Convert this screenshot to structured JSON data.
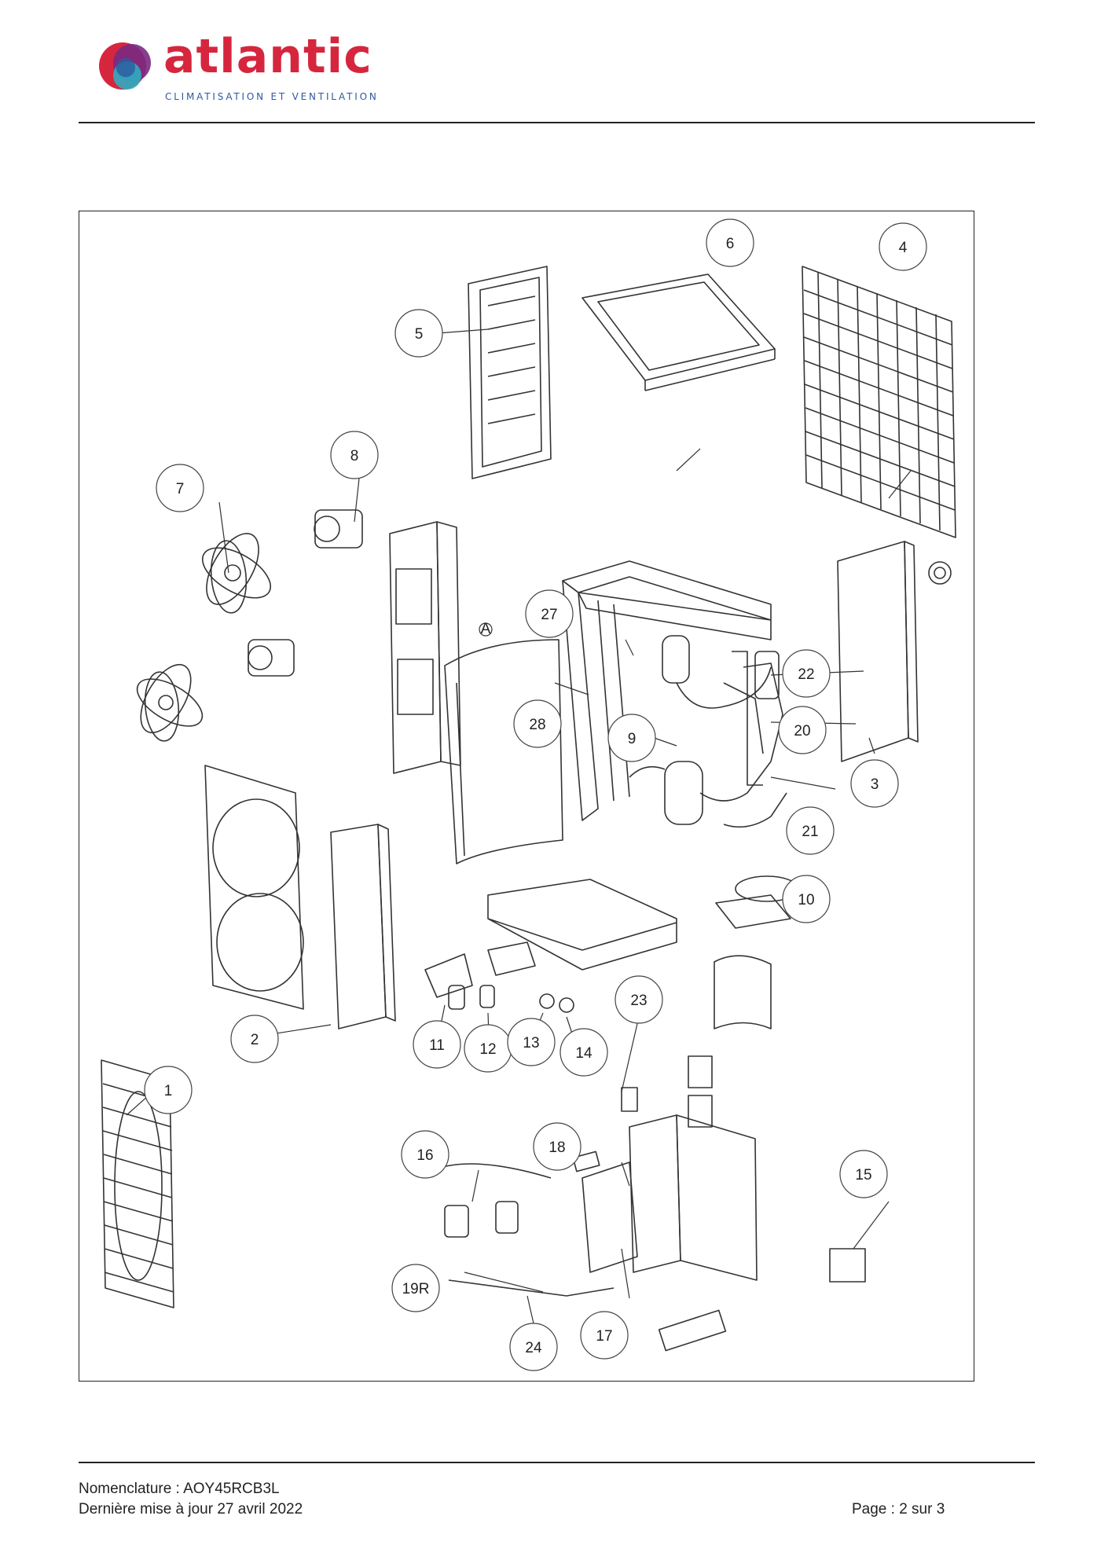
{
  "header": {
    "brand": "atlantic",
    "tagline": "CLIMATISATION ET VENTILATION",
    "logo_colors": {
      "red": "#d6263e",
      "purple": "#7a2a82",
      "blue": "#2d5aa0",
      "teal": "#27b5c6"
    }
  },
  "diagram": {
    "callouts": [
      {
        "label": "1"
      },
      {
        "label": "2"
      },
      {
        "label": "3"
      },
      {
        "label": "4"
      },
      {
        "label": "5"
      },
      {
        "label": "6"
      },
      {
        "label": "7"
      },
      {
        "label": "8"
      },
      {
        "label": "9"
      },
      {
        "label": "10"
      },
      {
        "label": "11"
      },
      {
        "label": "12"
      },
      {
        "label": "13"
      },
      {
        "label": "14"
      },
      {
        "label": "15"
      },
      {
        "label": "16"
      },
      {
        "label": "17"
      },
      {
        "label": "18"
      },
      {
        "label": "19R"
      },
      {
        "label": "20"
      },
      {
        "label": "21"
      },
      {
        "label": "22"
      },
      {
        "label": "23"
      },
      {
        "label": "24"
      },
      {
        "label": "27"
      },
      {
        "label": "28"
      }
    ],
    "marker": "A"
  },
  "footer": {
    "nomenclature": "Nomenclature : AOY45RCB3L",
    "updated": "Dernière mise à jour 27 avril 2022",
    "page": "Page : 2 sur 3"
  }
}
